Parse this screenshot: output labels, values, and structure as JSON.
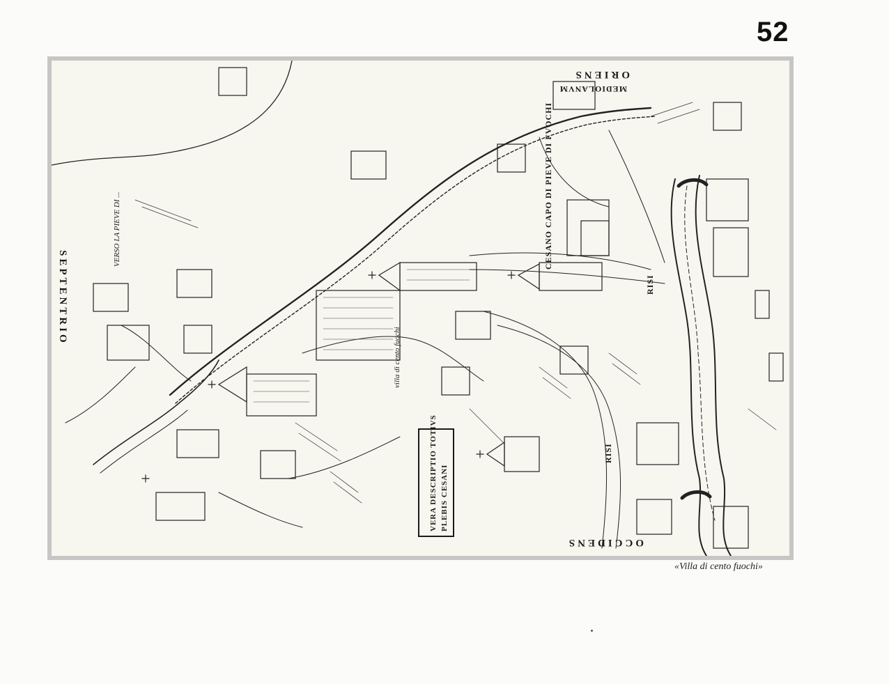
{
  "page": {
    "number": "52"
  },
  "map": {
    "cartouche": {
      "line1": "VERA DESCRIPTIO TOTIVS",
      "line2": "PLEBIS CESANI"
    },
    "compass": {
      "north": "SEPTENTRIO",
      "east": "ORIENS",
      "west": "OCCIDENS"
    },
    "labels": {
      "mediolanum": "MEDIOLANVM",
      "cesano": "CESANO CAPO DI PIEVE DI FVOCHI",
      "risi_1": "RISI",
      "risi_2": "RISI",
      "verso_piave": "VERSO LA PIEVE DI ...",
      "villa_cento": "villa di cento fuochi"
    }
  },
  "caption": "«Villa di cento fuochi»"
}
